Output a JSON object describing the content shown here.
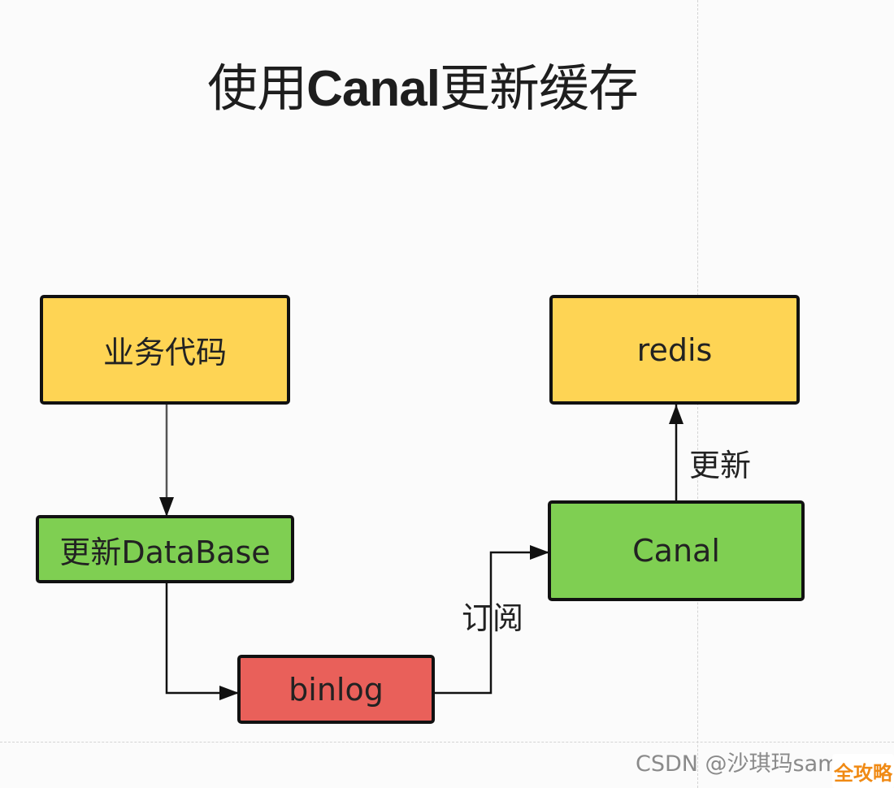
{
  "title": {
    "zh_prefix": "使用",
    "latin": "Canal",
    "zh_suffix": "更新缓存"
  },
  "nodes": {
    "business_code": {
      "label": "业务代码",
      "color": "#fed454"
    },
    "update_db": {
      "label": "更新DataBase",
      "color": "#7fcf52"
    },
    "binlog": {
      "label": "binlog",
      "color": "#e9605a"
    },
    "canal": {
      "label": "Canal",
      "color": "#7fcf52"
    },
    "redis": {
      "label": "redis",
      "color": "#fed454"
    }
  },
  "edges": {
    "subscribe_label": "订阅",
    "update_label": "更新"
  },
  "watermark": {
    "text": "CSDN @沙琪玛sam"
  },
  "logo": {
    "text": "全攻略",
    "color": "#f08a14"
  }
}
